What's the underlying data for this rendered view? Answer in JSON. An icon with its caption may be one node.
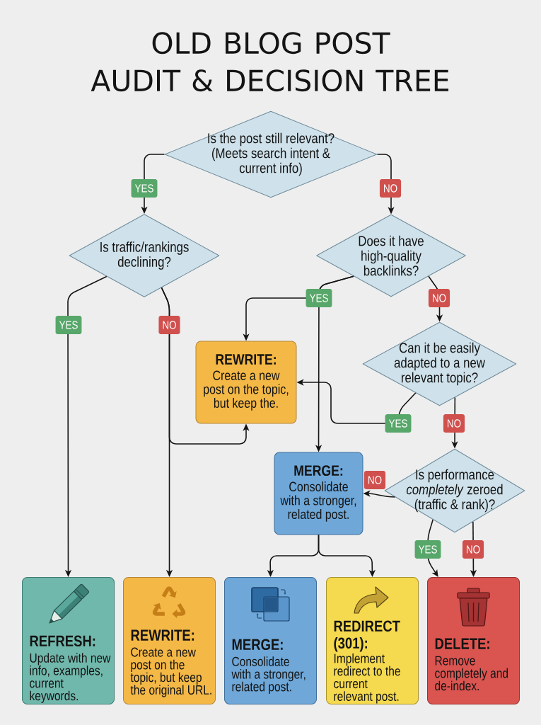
{
  "diagram": {
    "title": "OLD BLOG POST AUDIT & DECISION TREE",
    "nodes": [
      {
        "text": [
          "Is the post still relevant? (Meets search intent & current info)"
        ]
      },
      {
        "text": [
          "Is traffic/rankings declining?"
        ]
      },
      {
        "text": [
          "Does it have high-quality backlinks?"
        ]
      },
      {
        "text": [
          "REWRITE:",
          "Create a new post on the topic, but keep the."
        ]
      },
      {
        "text": [
          "Can it be easily adapted to a new relevant topic?"
        ]
      },
      {
        "text": [
          "MERGE:",
          "Consolidate with a stronger, related post."
        ]
      },
      {
        "text": [
          "Is performance *completely* zeroed (traffic & rank)?"
        ]
      },
      {
        "text": [
          "REFRESH:",
          "Update with new info, examples, current keywords."
        ]
      },
      {
        "text": [
          "REWRITE:",
          "Create a new post on the topic, but keep the original URL."
        ]
      },
      {
        "text": [
          "MERGE:",
          "Consolidate with a stronger, related post."
        ]
      },
      {
        "text": [
          "REDIRECT (301):",
          "Implement redirect to the current relevant post."
        ]
      },
      {
        "text": [
          "DELETE:",
          "Remove completely and de-index."
        ]
      }
    ],
    "edges": [
      {
        "from": 0,
        "to": 1,
        "arrow": "to",
        "label": "YES"
      },
      {
        "from": 0,
        "to": 2,
        "arrow": "to",
        "label": "NO"
      },
      {
        "from": 1,
        "to": 7,
        "arrow": "to",
        "label": "YES"
      },
      {
        "from": 1,
        "to": 8,
        "arrow": "to",
        "label": "NO"
      },
      {
        "from": 1,
        "to": 3,
        "arrow": "to"
      },
      {
        "from": 2,
        "to": 3,
        "arrow": "to",
        "label": "YES"
      },
      {
        "from": 2,
        "to": 5,
        "arrow": "to"
      },
      {
        "from": 2,
        "to": 4,
        "arrow": "to",
        "label": "NO"
      },
      {
        "from": 4,
        "to": 3,
        "arrow": "to",
        "label": "YES"
      },
      {
        "from": 4,
        "to": 6,
        "arrow": "to",
        "label": "NO"
      },
      {
        "from": 6,
        "to": 5,
        "arrow": "to",
        "label": "NO"
      },
      {
        "from": 6,
        "to": 11,
        "arrow": "to",
        "label": "YES"
      },
      {
        "from": 6,
        "to": 11,
        "arrow": "to",
        "label": "NO"
      },
      {
        "from": 5,
        "to": 9,
        "arrow": "to"
      },
      {
        "from": 5,
        "to": 10,
        "arrow": "to"
      }
    ]
  }
}
